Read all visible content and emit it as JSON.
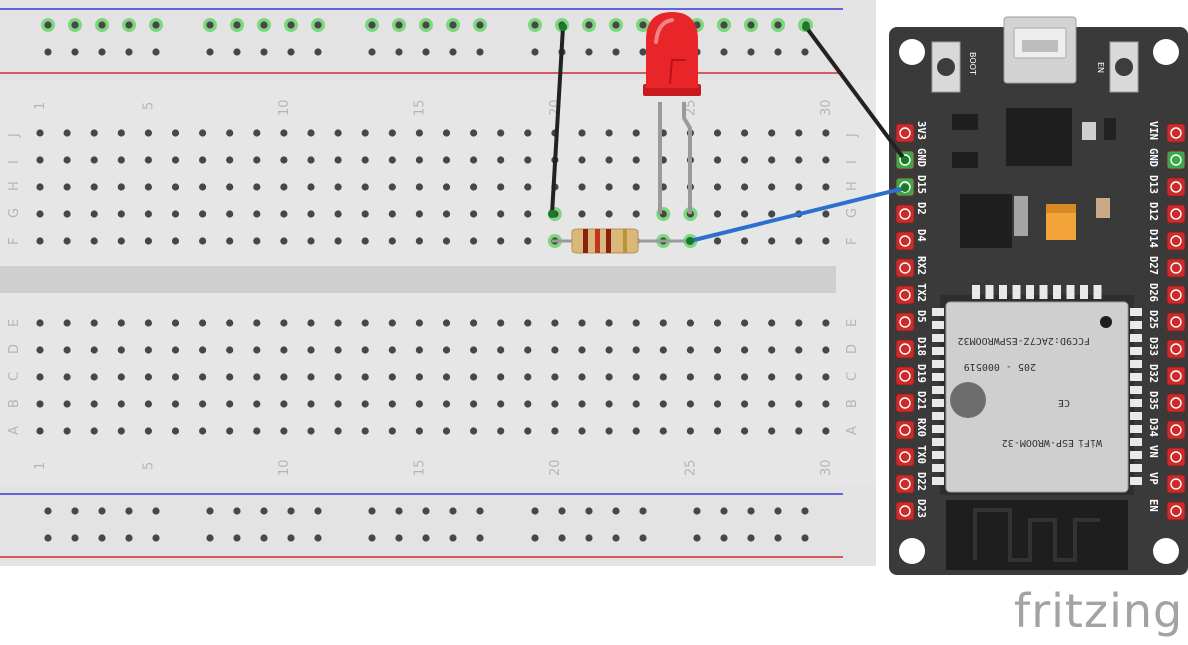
{
  "breadboard": {
    "column_numbers": [
      "1",
      "5",
      "10",
      "15",
      "20",
      "25",
      "30"
    ],
    "rows_top": [
      "J",
      "I",
      "H",
      "G",
      "F"
    ],
    "rows_bottom": [
      "E",
      "D",
      "C",
      "B",
      "A"
    ]
  },
  "esp32": {
    "left_pins": [
      "3V3",
      "GND",
      "D15",
      "D2",
      "D4",
      "RX2",
      "TX2",
      "D5",
      "D18",
      "D19",
      "D21",
      "RX0",
      "TX0",
      "D22",
      "D23"
    ],
    "right_pins": [
      "VIN",
      "GND",
      "D13",
      "D12",
      "D14",
      "D27",
      "D26",
      "D25",
      "D33",
      "D32",
      "D35",
      "D34",
      "VN",
      "VP",
      "EN"
    ],
    "boot_label": "BOOT",
    "en_label": "EN",
    "module_model": "ESP-WROOM-32",
    "module_fcc": "FCC9D:2AC7Z-ESPWROOM32",
    "module_cert": "205 - 000519",
    "wifi_label": "WiFi"
  },
  "colors": {
    "board": "#3a3a3a",
    "breadboard": "#e6e6e6",
    "rail_blue": "#3b3bd6",
    "rail_red": "#d12f2f",
    "led": "#e8262a",
    "wire_black": "#222222",
    "wire_blue": "#2c6fd1",
    "pin_red": "#cc2b2b",
    "pin_green": "#3fa64a"
  },
  "brand": "fritzing"
}
